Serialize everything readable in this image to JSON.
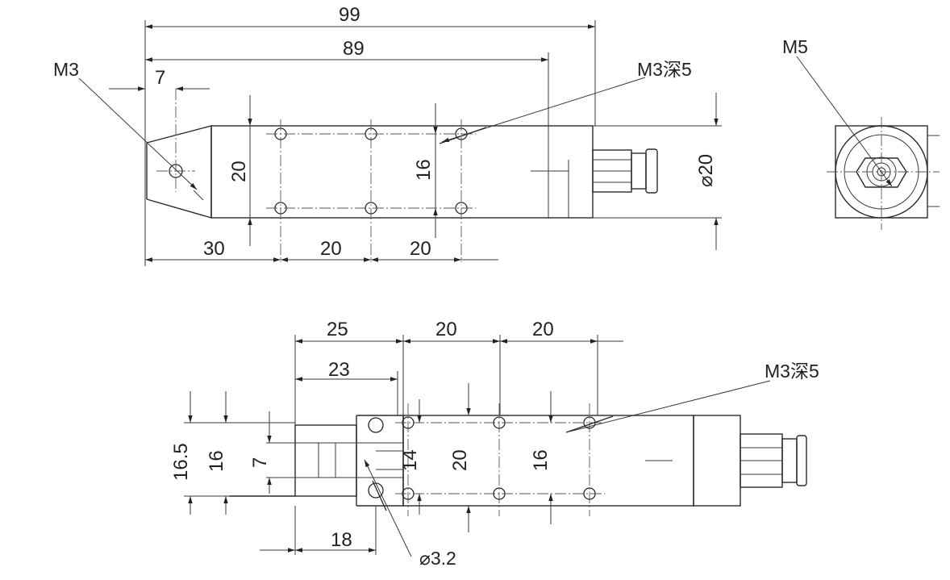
{
  "side_view": {
    "dims": {
      "overall": "99",
      "body": "89",
      "tip_hole": "7",
      "height": "20",
      "hole_spacing_v": "16",
      "tip_len": "30",
      "hole_pitch_1": "20",
      "hole_pitch_2": "20",
      "diameter": "⌀20"
    },
    "labels": {
      "tip_thread": "M3",
      "thread_depth": "M3深5"
    }
  },
  "end_view": {
    "labels": {
      "port_thread": "M5"
    }
  },
  "top_view": {
    "dims": {
      "d25": "25",
      "d20a": "20",
      "d20b": "20",
      "d23": "23",
      "d16_5": "16.5",
      "d16a": "16",
      "d7": "7",
      "d14": "14",
      "d20v": "20",
      "d16b": "16",
      "d18": "18",
      "hole_dia": "⌀3.2"
    },
    "labels": {
      "thread_depth": "M3深5"
    }
  }
}
